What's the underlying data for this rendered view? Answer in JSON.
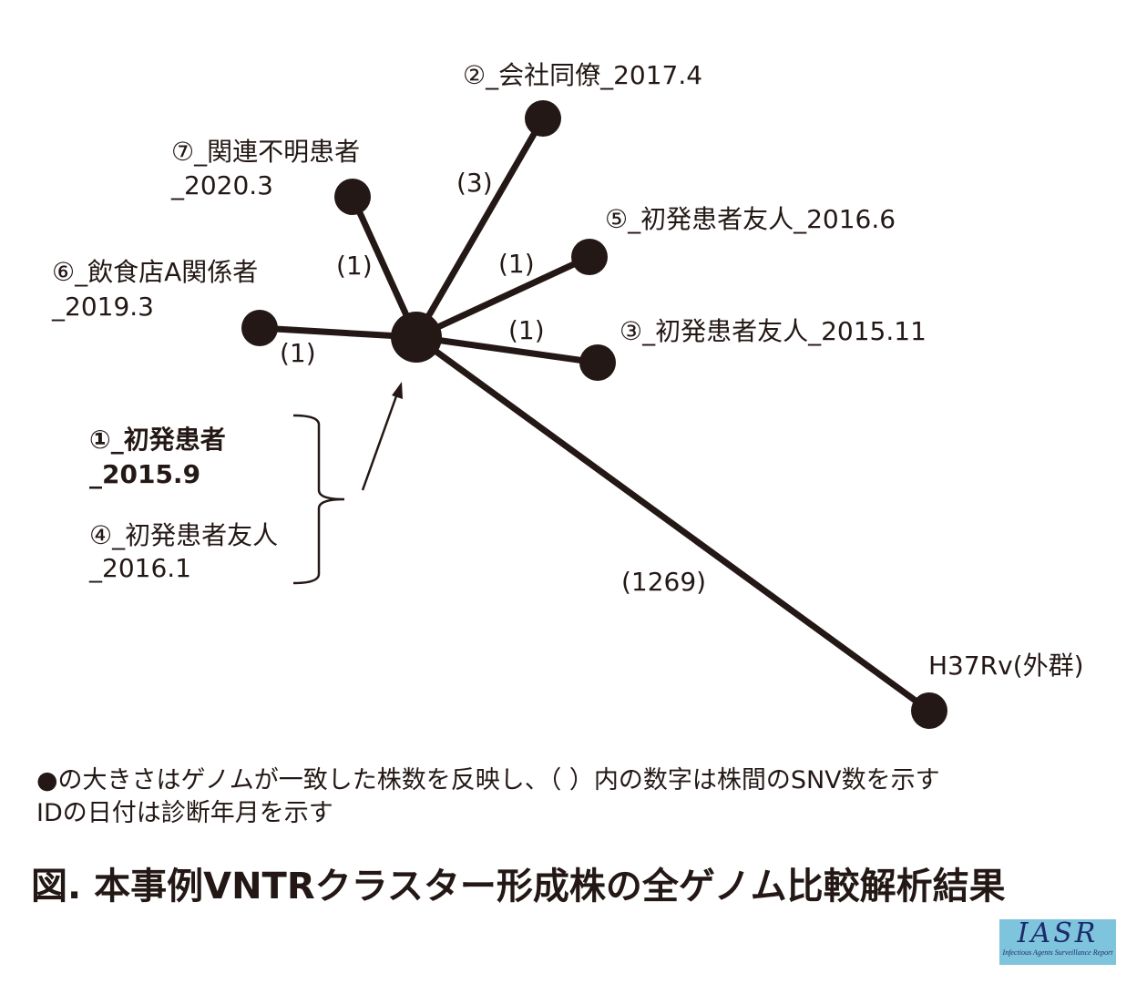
{
  "nodes": {
    "center": {
      "label_line1": "①_初発患者",
      "label_line2": "_2015.9",
      "label_line3": "④_初発患者友人",
      "label_line4": "_2016.1"
    },
    "n2": {
      "label": "②_会社同僚_2017.4",
      "edge_snv": "(3)"
    },
    "n7": {
      "label_line1": "⑦_関連不明患者",
      "label_line2": "_2020.3",
      "edge_snv": "(1)"
    },
    "n5": {
      "label": "⑤_初発患者友人_2016.6",
      "edge_snv": "(1)"
    },
    "n3": {
      "label": "③_初発患者友人_2015.11",
      "edge_snv": "(1)"
    },
    "n6": {
      "label_line1": "⑥_飲食店A関係者",
      "label_line2": "_2019.3",
      "edge_snv": "(1)"
    },
    "outgroup": {
      "label": "H37Rv(外群)",
      "edge_snv": "(1269)"
    }
  },
  "notes": {
    "line1": "●の大きさはゲノムが一致した株数を反映し、（ ）内の数字は株間のSNV数を示す",
    "line2": "IDの日付は診断年月を示す"
  },
  "title": "図. 本事例VNTRクラスター形成株の全ゲノム比較解析結果",
  "logo": {
    "name": "IASR",
    "subtitle": "Infectious Agents Surveillance Report"
  },
  "colors": {
    "ink": "#231815",
    "logo_bg": "#7ec4dc"
  }
}
